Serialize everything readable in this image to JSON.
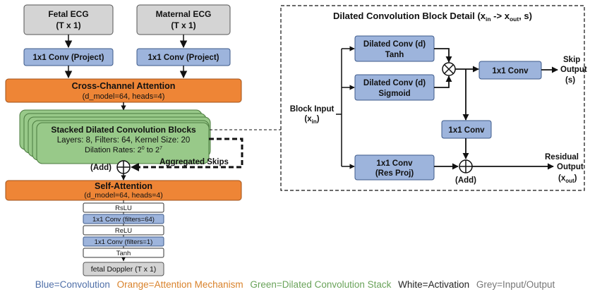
{
  "left": {
    "fetal_input": {
      "line1": "Fetal ECG",
      "line2": "(T x 1)"
    },
    "maternal_input": {
      "line1": "Maternal ECG",
      "line2": "(T x 1)"
    },
    "project_left": "1x1 Conv (Project)",
    "project_right": "1x1 Conv (Project)",
    "cross_attention": {
      "title": "Cross-Channel Attention",
      "params": "(d_model=64, heads=4)"
    },
    "stack": {
      "title": "Stacked Dilated Convolution Blocks",
      "params": "Layers: 8, Filters: 64, Kernel Size: 20",
      "dilation_prefix": "Dilation Rates: 2",
      "dilation_exp1": "0",
      "dilation_mid": " to 2",
      "dilation_exp2": "7"
    },
    "add_label": "(Add)",
    "aggregated_skips": "Aggregated Skips",
    "self_attention": {
      "title": "Self-Attention",
      "params": "(d_model=64, heads=4)"
    },
    "head": [
      "RsLU",
      "1x1 Conv (filters=64)",
      "ReLU",
      "1x1 Conv (filters=1)",
      "Tanh"
    ],
    "output": "fetal Doppler (T x 1)"
  },
  "detail": {
    "title_main": "Dilated Convolution Block Detail (x",
    "title_sub1": "in",
    "title_mid": " -> x",
    "title_sub2": "out",
    "title_end": ", s)",
    "block_input": "Block Input",
    "block_input_var": "(x",
    "block_input_sub": "in",
    "block_input_end": ")",
    "tanh_box": {
      "line1": "Dilated Conv (d)",
      "line2": "Tanh"
    },
    "sigmoid_box": {
      "line1": "Dilated Conv (d)",
      "line2": "Sigmoid"
    },
    "conv_skip": "1x1 Conv",
    "conv_mid": "1x1 Conv",
    "res_proj": {
      "line1": "1x1 Conv",
      "line2": "(Res Proj)"
    },
    "skip_output": {
      "line1": "Skip",
      "line2": "Output",
      "line3": "(s)"
    },
    "residual_output": {
      "line1": "Residual",
      "line2": "Output",
      "line3": "(x",
      "line3_sub": "out",
      "line3_end": ")"
    },
    "add_label": "(Add)"
  },
  "legend": {
    "blue": "Blue=Convolution",
    "orange": "Orange=Attention Mechanism",
    "green": "Green=Dilated Convolution Stack",
    "white": "White=Activation",
    "grey": "Grey=Input/Output"
  },
  "colors": {
    "blue": "#9db4dc",
    "orange": "#ee8536",
    "green": "#98c989",
    "grey": "#d4d4d4"
  }
}
